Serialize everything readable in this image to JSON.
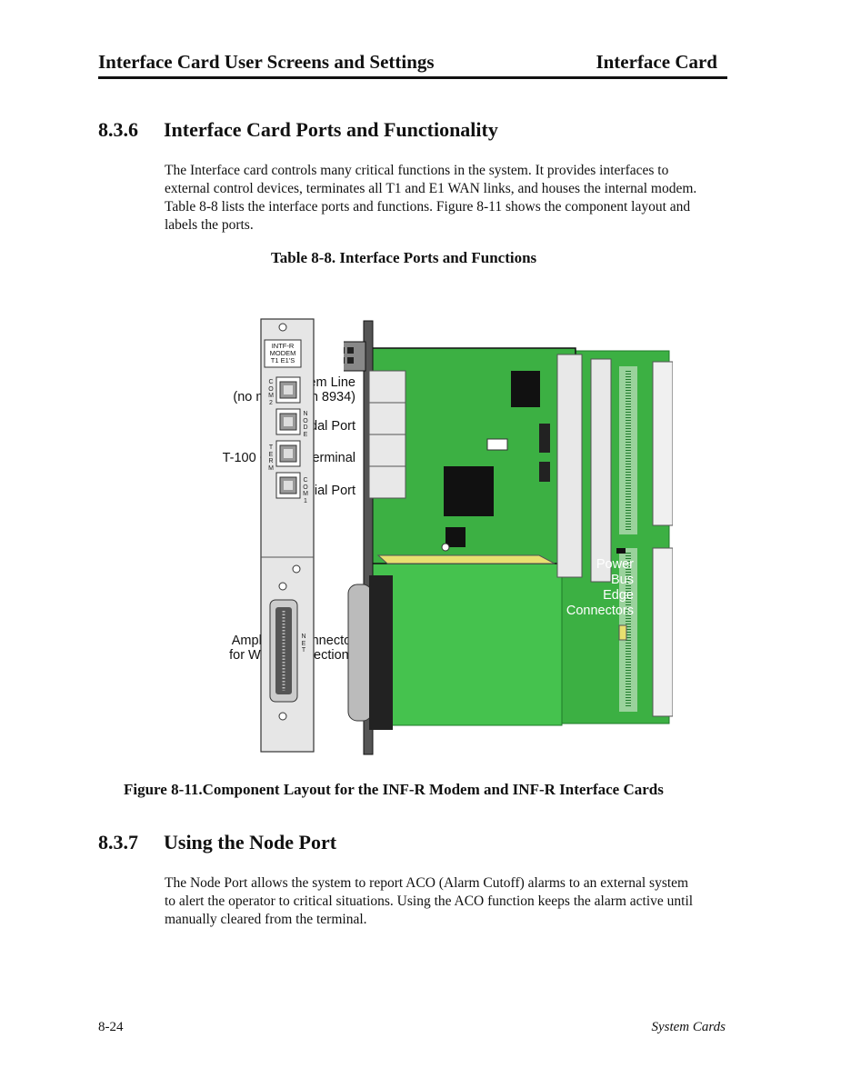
{
  "header": {
    "left": "Interface Card User Screens and Settings",
    "right": "Interface Card"
  },
  "section1": {
    "number": "8.3.6",
    "title": "Interface Card Ports and Functionality",
    "lines": [
      "The Interface card controls many critical functions in the system. It provides interfaces to",
      "external control devices, terminates all T1 and E1 WAN links, and houses the internal modem.",
      "Table 8-8 lists the interface ports and functions. Figure 8-11 shows the component layout and",
      "labels the ports."
    ]
  },
  "table_caption": "Table 8-8. Interface Ports and Functions",
  "figure": {
    "labels": {
      "modem_line_1": "Modem Line",
      "modem_line_2": "(no modem on 8934)",
      "nodal_port": "Nodal Port",
      "control_terminal": "T-100 Control Terminal",
      "serial_port": "Serial Port",
      "amphenol_1": "Amphenol Connector",
      "amphenol_2": "for WAN Connections"
    },
    "panel_label": [
      "INTF-R",
      "MODEM",
      "T1 E1'S"
    ],
    "vertical_labels": {
      "com2": "COM2",
      "node": "NODE",
      "term": "TERM",
      "com1": "COM1",
      "net": "NET"
    },
    "power_bus": [
      "Power",
      "Bus",
      "Edge",
      "Connectors"
    ],
    "colors": {
      "board": "#3cb043",
      "board_dark": "#1f7a2a",
      "faceplate": "#e6e6e6"
    }
  },
  "figure_caption": "Figure 8-11.Component Layout for the INF-R Modem and INF-R Interface Cards",
  "section2": {
    "number": "8.3.7",
    "title": "Using the Node Port",
    "lines": [
      "The Node Port allows the system to report ACO (Alarm Cutoff) alarms to an external system",
      "to alert the operator to critical situations. Using the ACO function keeps the alarm active until",
      "manually cleared from the terminal."
    ]
  },
  "footer": {
    "page": "8-24",
    "section": "System Cards"
  }
}
